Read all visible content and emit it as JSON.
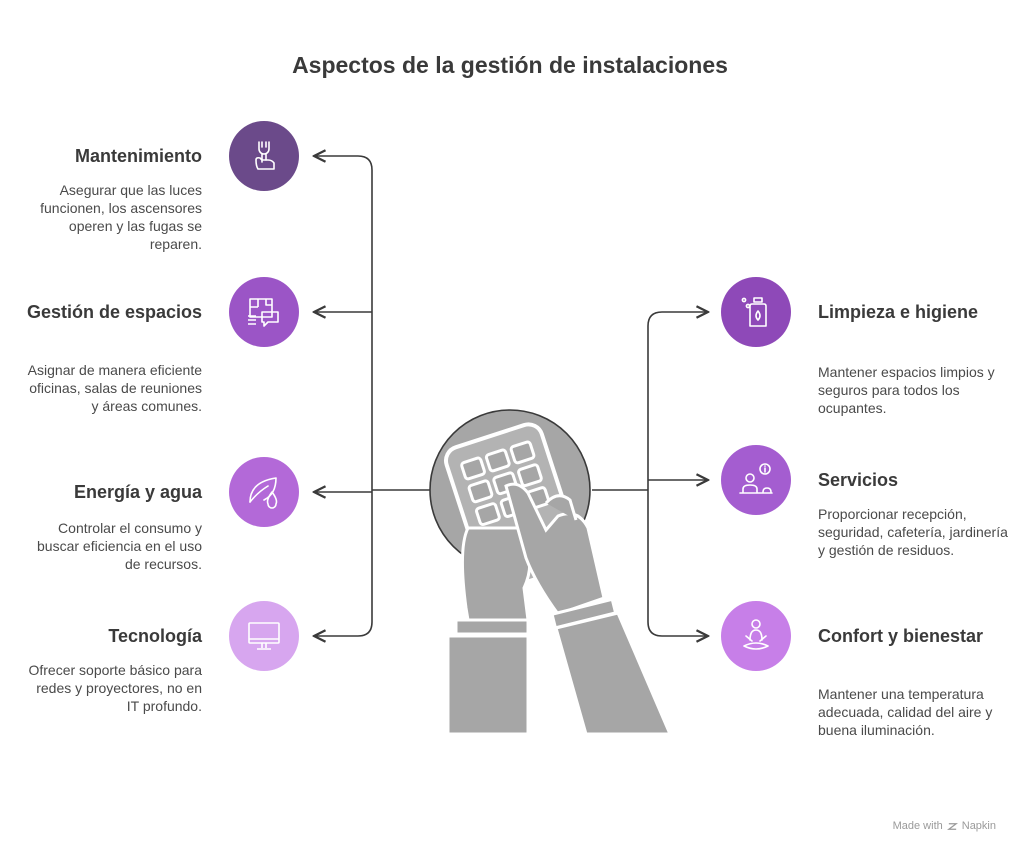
{
  "title": "Aspectos de la gestión de instalaciones",
  "left_items": [
    {
      "heading": "Mantenimiento",
      "desc": "Asegurar que las luces funcionen, los ascensores operen y las fugas se reparen.",
      "icon": "wrench-hand-icon",
      "color": "#6b4a8a"
    },
    {
      "heading": "Gestión de espacios",
      "desc": "Asignar de manera eficiente oficinas, salas de reuniones y áreas comunes.",
      "icon": "floor-plan-icon",
      "color": "#9b55c6"
    },
    {
      "heading": "Energía y agua",
      "desc": "Controlar el consumo y buscar eficiencia en el uso de recursos.",
      "icon": "leaf-drop-icon",
      "color": "#b369d8"
    },
    {
      "heading": "Tecnología",
      "desc": "Ofrecer soporte básico para redes y proyectores, no en IT profundo.",
      "icon": "monitor-icon",
      "color": "#d7a6ef"
    }
  ],
  "right_items": [
    {
      "heading": "Limpieza e higiene",
      "desc": "Mantener espacios limpios y seguros para todos los ocupantes.",
      "icon": "cleaning-bottle-icon",
      "color": "#8e49b8"
    },
    {
      "heading": "Servicios",
      "desc": "Proporcionar recepción, seguridad, cafetería, jardinería y gestión de residuos.",
      "icon": "reception-icon",
      "color": "#a45dd0"
    },
    {
      "heading": "Confort y bienestar",
      "desc": "Mantener una temperatura adecuada, calidad del aire y buena iluminación.",
      "icon": "meditation-icon",
      "color": "#c77fe8"
    }
  ],
  "center_icon": "hand-keypad-icon",
  "footer": {
    "prefix": "Made with",
    "brand": "Napkin"
  }
}
